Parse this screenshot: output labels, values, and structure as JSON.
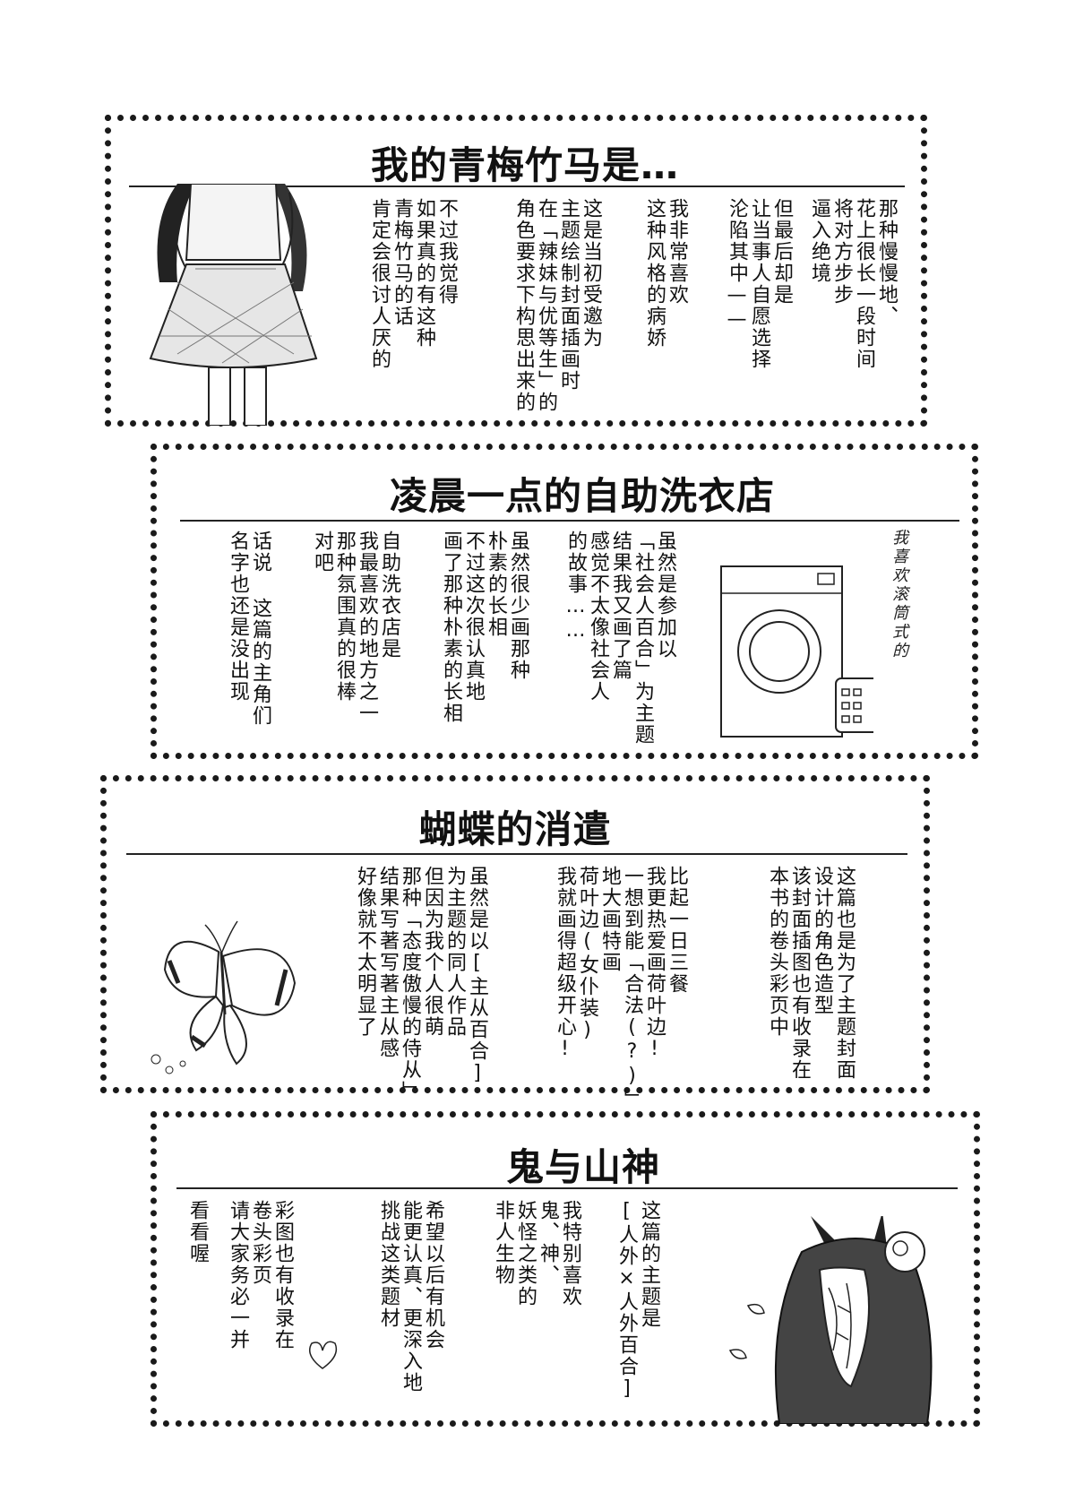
{
  "panels": [
    {
      "title": "我的青梅竹马是…",
      "columns": [
        "那种慢慢地、",
        "花上很长一段时间",
        "将对方步步",
        "逼入绝境",
        "但最后却是",
        "让当事人自愿选择",
        "沦陷其中——",
        "我非常喜欢",
        "这种风格的病娇",
        "这是当初受邀为",
        "主题绘制封面插画时",
        "在「辣妹与优等生」的",
        "角色要求下构思出来的",
        "不过我觉得",
        "如果真的有这种",
        "青梅竹马的话",
        "肯定会很讨人厌的"
      ]
    },
    {
      "title": "凌晨一点的自助洗衣店",
      "handwritten": "我喜欢滚筒式的",
      "columns": [
        "虽然是参加以",
        "「社会人百合」为主题",
        "结果我又画了篇",
        "感觉不太像社会人",
        "的故事……",
        "虽然很少画那种",
        "朴素的长相",
        "不过这次很认真地",
        "画了那种朴素的长相",
        "自助洗衣店是",
        "我最喜欢的地方之一",
        "那种氛围真的很棒",
        "对吧",
        "话说 这篇的主角们",
        "名字也还是没出现"
      ]
    },
    {
      "title": "蝴蝶的消遣",
      "columns": [
        "这篇也是为了主题封面",
        "设计的角色造型",
        "该封面插图也有收录在",
        "本书的卷头彩页中",
        "比起一日三餐",
        "我更热爱画荷叶边!",
        "一想到能「合法(?)」",
        "地大画特画",
        "荷叶边(女仆装)",
        "我就画得超级开心!",
        "虽然是以[主从百合]",
        "为主题的同人作品",
        "但因为我个人很萌",
        "那种「态度傲慢的侍从」",
        "结果写著写著主从感",
        "好像就不太明显了"
      ]
    },
    {
      "title": "鬼与山神",
      "columns": [
        "这篇的主题是",
        "[人外×人外百合]",
        "我特别喜欢",
        "鬼、神、",
        "妖怪之类的",
        "非人生物",
        "希望以后有机会",
        "能更认真、更深入地",
        "挑战这类题材",
        "彩图也有收录在",
        "卷头彩页",
        "请大家务必一并",
        "看看喔"
      ]
    }
  ]
}
